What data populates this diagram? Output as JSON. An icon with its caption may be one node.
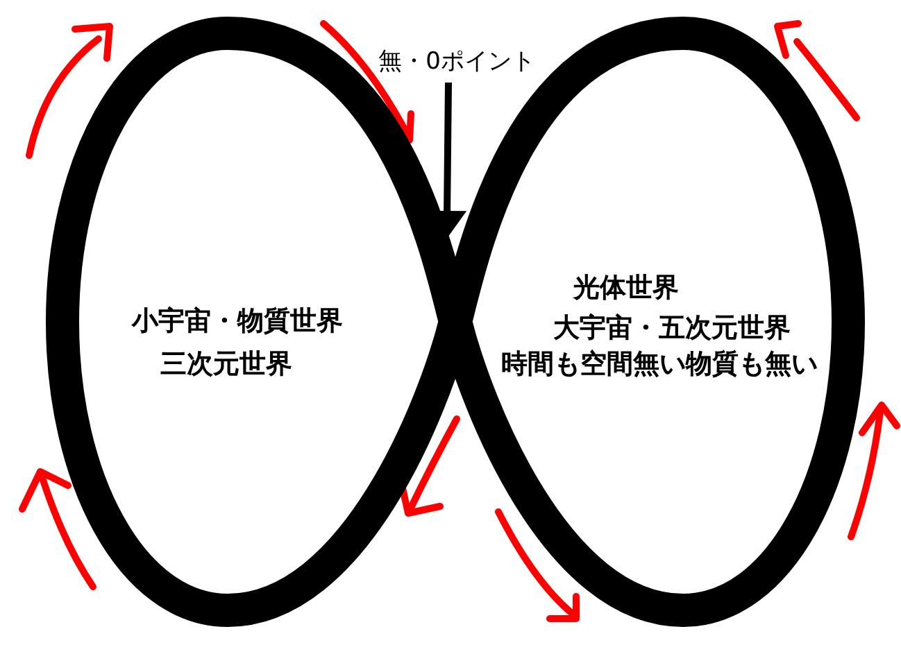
{
  "diagram": {
    "nodes": [
      {
        "text": [
          "無・0ポイント"
        ]
      },
      {
        "text": [
          "小宇宙・物質世界",
          "三次元世界"
        ]
      },
      {
        "text": [
          "光体世界",
          "大宇宙・五次元世界",
          "時間も空間無い物質も無い"
        ]
      }
    ],
    "edges": [
      {
        "from": 0,
        "to": 1,
        "arrow": "to"
      }
    ]
  }
}
